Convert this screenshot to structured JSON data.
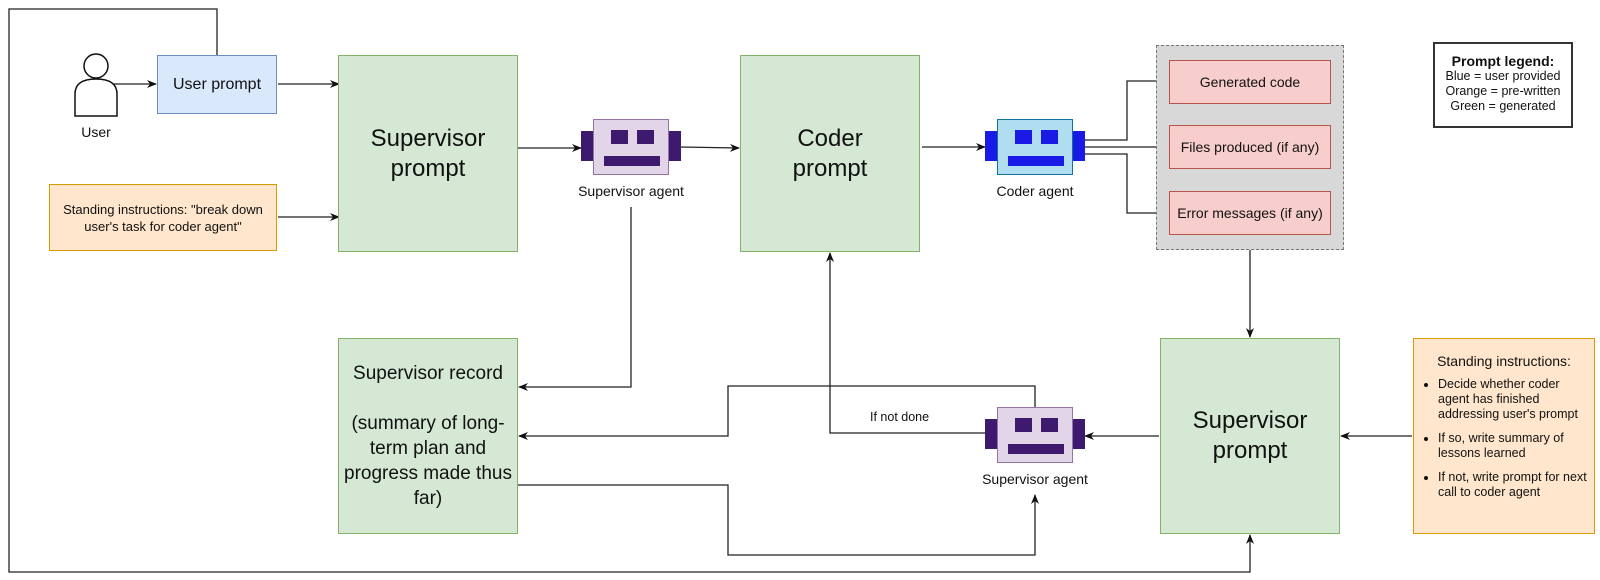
{
  "nodes": {
    "user": {
      "label": "User",
      "icon": "person-icon"
    },
    "user_prompt": {
      "label": "User prompt",
      "color": "#dae8fc"
    },
    "standing_instructions_top": {
      "label": "Standing instructions: \"break down user's task for coder agent\"",
      "color": "#ffe6cc"
    },
    "supervisor_prompt_top": {
      "label": "Supervisor prompt",
      "color": "#d5e8d4"
    },
    "supervisor_agent_top": {
      "label": "Supervisor agent",
      "icon": "robot-icon",
      "color": "#e1d5e7",
      "accent": "#3e1a6e"
    },
    "coder_prompt": {
      "label": "Coder prompt",
      "color": "#d5e8d4"
    },
    "coder_agent": {
      "label": "Coder agent",
      "icon": "robot-icon",
      "color": "#b1ddf0",
      "accent": "#1a1ae6"
    },
    "outputs": [
      {
        "label": "Generated code"
      },
      {
        "label": "Files produced (if any)"
      },
      {
        "label": "Error messages (if any)"
      }
    ],
    "supervisor_record": {
      "title": "Supervisor record",
      "body": "(summary of long-term plan and progress made thus far)",
      "color": "#d5e8d4"
    },
    "supervisor_agent_bottom": {
      "label": "Supervisor agent",
      "icon": "robot-icon"
    },
    "supervisor_prompt_bottom": {
      "label": "Supervisor prompt",
      "color": "#d5e8d4"
    },
    "standing_instructions_bottom": {
      "title": "Standing instructions:",
      "items": [
        "Decide whether coder agent has finished addressing user's prompt",
        "If so, write summary of lessons learned",
        "If not, write prompt for next call to coder agent"
      ]
    }
  },
  "edge_labels": {
    "if_not_done": "If not done"
  },
  "legend": {
    "title": "Prompt legend:",
    "items": [
      "Blue = user provided",
      "Orange = pre-written",
      "Green = generated"
    ]
  }
}
